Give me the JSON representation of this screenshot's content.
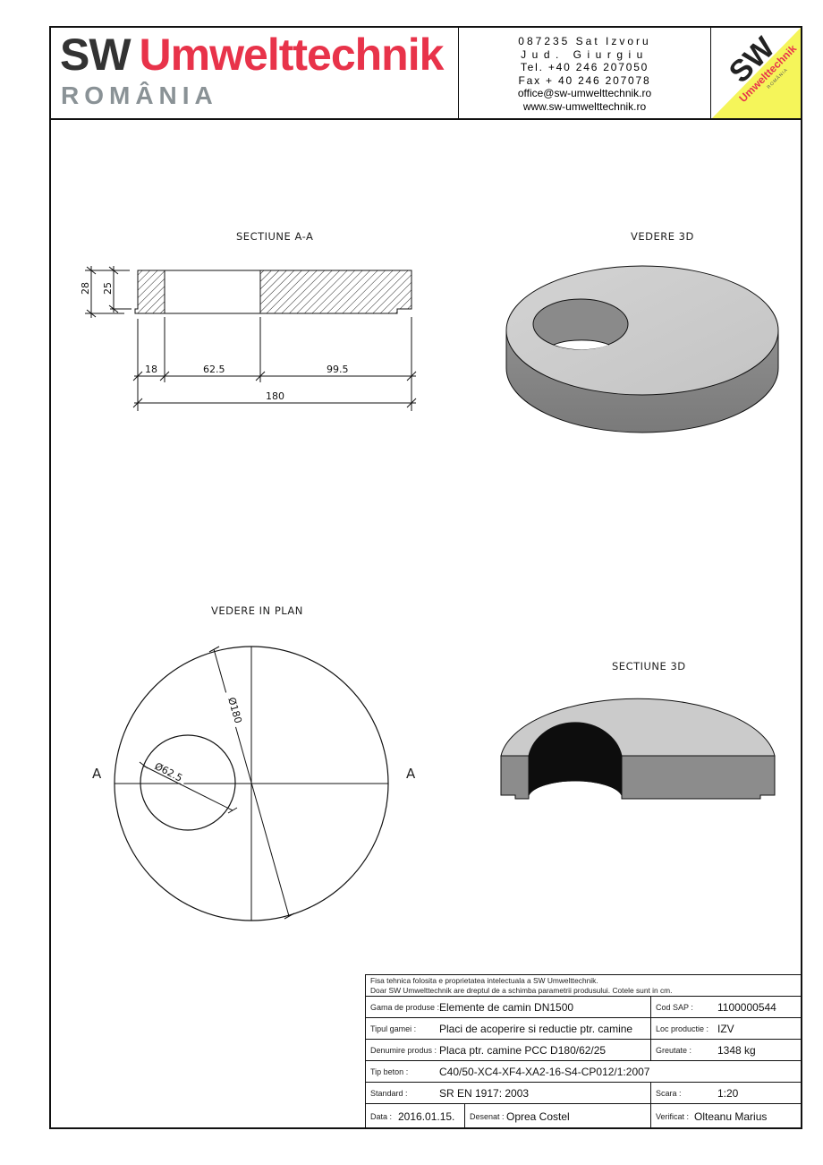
{
  "header": {
    "brand_sw": "SW",
    "brand_name": "Umwelttechnik",
    "brand_country": "ROMÂNIA",
    "contact": {
      "address_line1": "087235 Sat Izvoru",
      "address_line2": "Jud. Giurgiu",
      "phone": "Tel. +40 246 207050",
      "fax": "Fax + 40 246 207078",
      "email": "office@sw-umwelttechnik.ro",
      "website": "www.sw-umwelttechnik.ro"
    },
    "logo": {
      "sw": "SW",
      "name": "Umwelttechnik",
      "country": "ROMÂNIA",
      "colors": {
        "yellow": "#f5f55a",
        "red": "#e8334a",
        "dark": "#222222"
      }
    },
    "colors": {
      "brand_red": "#e8334a",
      "brand_dark": "#333333",
      "brand_grey": "#8a9296"
    }
  },
  "views": {
    "section_aa": {
      "title": "SECTIUNE A-A",
      "dims": {
        "height_total": "28",
        "height_inner": "25",
        "seg1": "18",
        "seg2": "62.5",
        "seg3": "99.5",
        "total": "180"
      }
    },
    "view_3d": {
      "title": "VEDERE 3D"
    },
    "plan_view": {
      "title": "VEDERE IN PLAN",
      "outer_diameter": "Ø180",
      "hole_diameter": "Ø62.5",
      "section_mark_left": "A",
      "section_mark_right": "A"
    },
    "section_3d": {
      "title": "SECTIUNE 3D"
    }
  },
  "title_block": {
    "note_line1": "Fisa tehnica folosita e proprietatea intelectuala a SW Umwelttechnik.",
    "note_line2": "Doar SW Umwelttechnik are dreptul de a schimba parametrii produsului. Cotele sunt in cm.",
    "product_range_label": "Gama de produse :",
    "product_range": "Elemente de camin DN1500",
    "sap_label": "Cod SAP :",
    "sap": "1100000544",
    "range_type_label": "Tipul gamei :",
    "range_type": "Placi de acoperire si reductie ptr. camine",
    "production_label": "Loc productie :",
    "production": "IZV",
    "product_name_label": "Denumire produs :",
    "product_name": "Placa ptr. camine PCC D180/62/25",
    "weight_label": "Greutate :",
    "weight": "1348 kg",
    "concrete_label": "Tip beton :",
    "concrete": "C40/50-XC4-XF4-XA2-16-S4-CP012/1:2007",
    "standard_label": "Standard :",
    "standard": "SR EN 1917: 2003",
    "scale_label": "Scara :",
    "scale": "1:20",
    "date_label": "Data :",
    "date": "2016.01.15.",
    "drawn_label": "Desenat :",
    "drawn": "Oprea Costel",
    "checked_label": "Verificat :",
    "checked": "Olteanu Marius"
  }
}
